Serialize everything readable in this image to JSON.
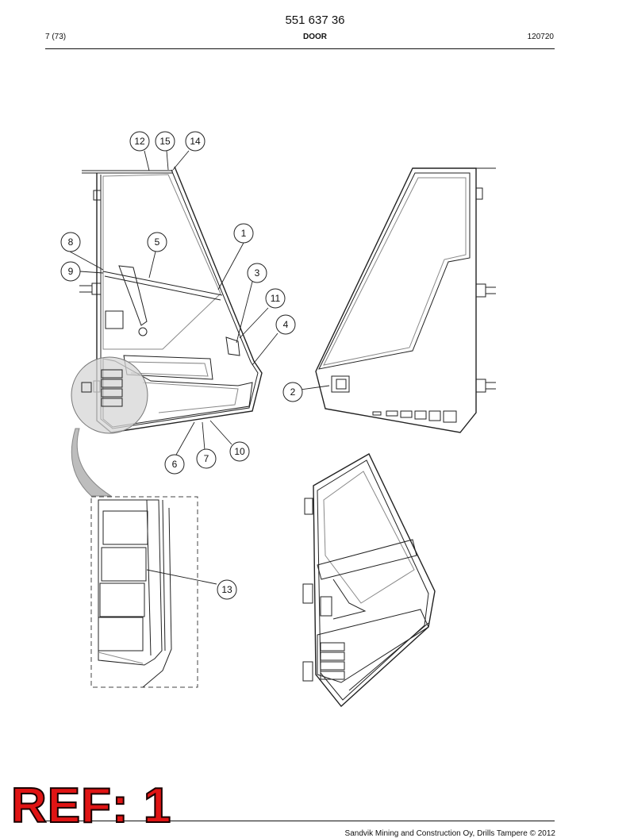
{
  "header": {
    "doc_number": "551 637 36",
    "page": "7 (73)",
    "section": "DOOR",
    "date": "120720"
  },
  "footer": {
    "copyright": "Sandvik Mining and Construction Oy, Drills Tampere © 2012",
    "ref_stamp": "REF: 1"
  },
  "callouts": {
    "c1": "1",
    "c2": "2",
    "c3": "3",
    "c4": "4",
    "c5": "5",
    "c6": "6",
    "c7": "7",
    "c8": "8",
    "c9": "9",
    "c10": "10",
    "c11": "11",
    "c12": "12",
    "c13": "13",
    "c14": "14",
    "c15": "15"
  }
}
